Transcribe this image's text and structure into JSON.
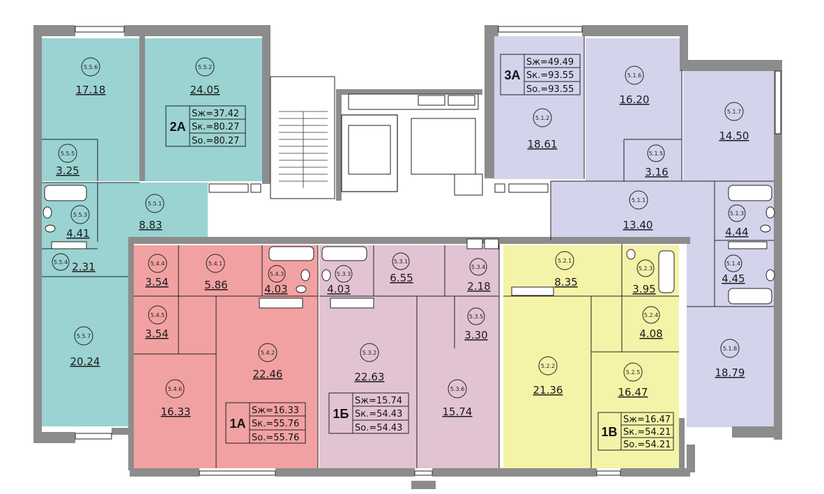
{
  "apartments": [
    {
      "id": "2A",
      "color": "#9ad3d1",
      "stats": {
        "s_living": "Sж=37.42",
        "s_k": "Sк.=80.27",
        "s_o": "Sо.=80.27"
      }
    },
    {
      "id": "3A",
      "color": "#d4d3ec",
      "stats": {
        "s_living": "Sж=49.49",
        "s_k": "Sк.=93.55",
        "s_o": "Sо.=93.55"
      }
    },
    {
      "id": "1A",
      "color": "#f2a1a2",
      "stats": {
        "s_living": "Sж=16.33",
        "s_k": "Sк.=55.76",
        "s_o": "Sо.=55.76"
      }
    },
    {
      "id": "1Б",
      "color": "#e2c3d3",
      "stats": {
        "s_living": "Sж=15.74",
        "s_k": "Sк.=54.43",
        "s_o": "Sо.=54.43"
      }
    },
    {
      "id": "1В",
      "color": "#f4f3a8",
      "stats": {
        "s_living": "Sж=16.47",
        "s_k": "Sк.=54.21",
        "s_o": "Sо.=54.21"
      }
    }
  ],
  "rooms": {
    "r556": {
      "code": "5.5.6",
      "area": "17.18"
    },
    "r552": {
      "code": "5.5.2",
      "area": "24.05"
    },
    "r555": {
      "code": "5.5.5",
      "area": "3.25"
    },
    "r551": {
      "code": "5.5.1",
      "area": "8.83"
    },
    "r553": {
      "code": "5.5.3",
      "area": "4.41"
    },
    "r554": {
      "code": "5.5.4",
      "area": "2.31"
    },
    "r557": {
      "code": "5.5.7",
      "area": "20.24"
    },
    "r544": {
      "code": "5.4.4",
      "area": "3.54"
    },
    "r541": {
      "code": "5.4.1",
      "area": "5.86"
    },
    "r543": {
      "code": "5.4.3",
      "area": "4.03"
    },
    "r545": {
      "code": "5.4.5",
      "area": "3.54"
    },
    "r542": {
      "code": "5.4.2",
      "area": "22.46"
    },
    "r546": {
      "code": "5.4.6",
      "area": "16.33"
    },
    "r533": {
      "code": "5.3.3",
      "area": "4.03"
    },
    "r531": {
      "code": "5.3.1",
      "area": "6.55"
    },
    "r534": {
      "code": "5.3.4",
      "area": "2.18"
    },
    "r535": {
      "code": "5.3.5",
      "area": "3.30"
    },
    "r532": {
      "code": "5.3.2",
      "area": "22.63"
    },
    "r536": {
      "code": "5.3.6",
      "area": "15.74"
    },
    "r521": {
      "code": "5.2.1",
      "area": "8.35"
    },
    "r523": {
      "code": "5.2.3",
      "area": "3.95"
    },
    "r524": {
      "code": "5.2.4",
      "area": "4.08"
    },
    "r522": {
      "code": "5.2.2",
      "area": "21.36"
    },
    "r525": {
      "code": "5.2.5",
      "area": "16.47"
    },
    "r512": {
      "code": "5.1.2",
      "area": "18.61"
    },
    "r516": {
      "code": "5.1.6",
      "area": "16.20"
    },
    "r517": {
      "code": "5.1.7",
      "area": "14.50"
    },
    "r515": {
      "code": "5.1.5",
      "area": "3.16"
    },
    "r511": {
      "code": "5.1.1",
      "area": "13.40"
    },
    "r513": {
      "code": "5.1.3",
      "area": "4.44"
    },
    "r514": {
      "code": "5.1.4",
      "area": "4.45"
    },
    "r518": {
      "code": "5.1.8",
      "area": "18.79"
    }
  }
}
